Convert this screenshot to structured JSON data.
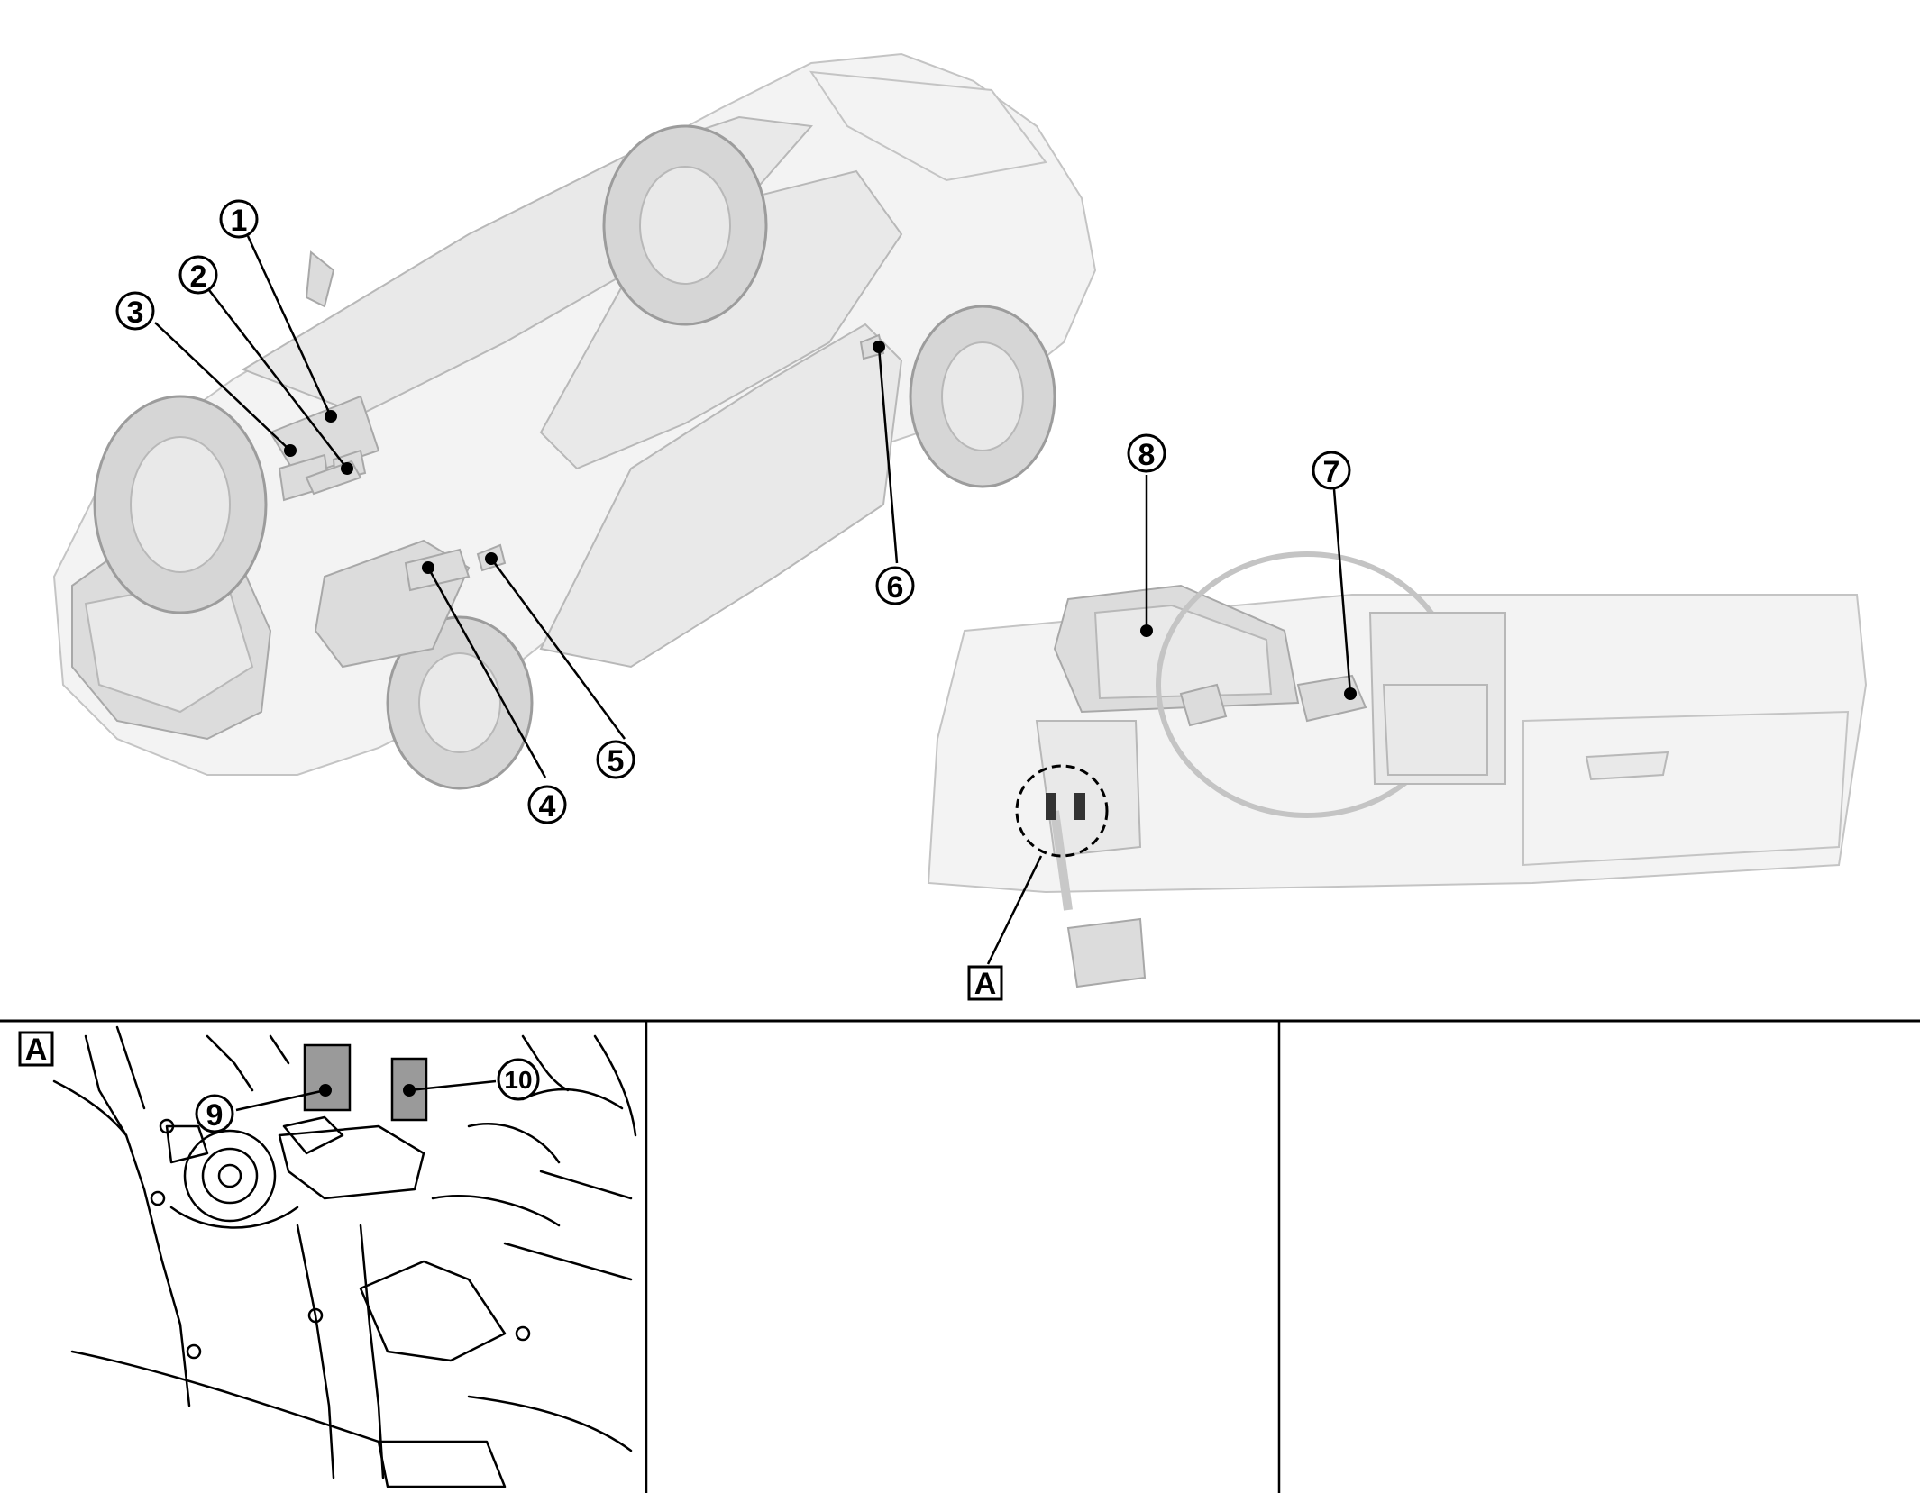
{
  "figure": {
    "callouts": [
      {
        "id": "c1",
        "label": "1"
      },
      {
        "id": "c2",
        "label": "2"
      },
      {
        "id": "c3",
        "label": "3"
      },
      {
        "id": "c4",
        "label": "4"
      },
      {
        "id": "c5",
        "label": "5"
      },
      {
        "id": "c6",
        "label": "6"
      },
      {
        "id": "c7",
        "label": "7"
      },
      {
        "id": "c8",
        "label": "8"
      },
      {
        "id": "c9",
        "label": "9"
      },
      {
        "id": "c10",
        "label": "10"
      }
    ],
    "detail_label": "A",
    "detail_panel_label": "A"
  }
}
